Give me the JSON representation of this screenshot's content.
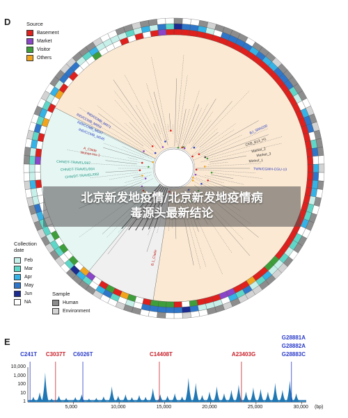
{
  "panel_d": {
    "label": "D",
    "source_legend": {
      "title": "Source",
      "items": [
        {
          "label": "Basement",
          "color": "#e0201c"
        },
        {
          "label": "Market",
          "color": "#8a45c8"
        },
        {
          "label": "Visitor",
          "color": "#3e9f3a"
        },
        {
          "label": "Others",
          "color": "#f2a51c"
        }
      ]
    },
    "collection_legend": {
      "title_line1": "Collection",
      "title_line2": "date",
      "items": [
        {
          "label": "Feb",
          "color": "#c7f0ea"
        },
        {
          "label": "Mar",
          "color": "#5fd7c8"
        },
        {
          "label": "Apr",
          "color": "#35b2e6"
        },
        {
          "label": "May",
          "color": "#2e76c9"
        },
        {
          "label": "Jun",
          "color": "#1b2b8f"
        },
        {
          "label": "NA",
          "color": "#ffffff"
        }
      ]
    },
    "sample_legend": {
      "title": "Sample",
      "items": [
        {
          "label": "Human",
          "color": "#8d8d8d"
        },
        {
          "label": "Environment",
          "color": "#d3d3d3"
        }
      ]
    },
    "tree_labels": [
      {
        "text": "Wuhan-Hu-1",
        "color": "#c0201c"
      },
      {
        "text": "A_Clade",
        "color": "#c0201c"
      },
      {
        "text": "B.1_Clade",
        "color": "#c0201c"
      },
      {
        "text": "CHN/DT-TRAVEL/002",
        "color": "#16907f"
      },
      {
        "text": "CHN/DT-TRAVEL/004",
        "color": "#16907f"
      },
      {
        "text": "CHN/DT-TRAVEL/007",
        "color": "#16907f"
      },
      {
        "text": "IND/CCMB_M045",
        "color": "#2b3fc2"
      },
      {
        "text": "IND/CCMB_M047",
        "color": "#2b3fc2"
      },
      {
        "text": "IND/CCMB_M053",
        "color": "#2b3fc2"
      },
      {
        "text": "IND/CCMB_M071",
        "color": "#2b3fc2"
      },
      {
        "text": "Market_2",
        "color": "#333333"
      },
      {
        "text": "Market_3",
        "color": "#333333"
      },
      {
        "text": "Minhof_1",
        "color": "#333333"
      },
      {
        "text": "TWN/CGMH-CGU-13",
        "color": "#2b3fc2"
      },
      {
        "text": "BJ_SRN200",
        "color": "#2b3fc2"
      },
      {
        "text": "CKB_B13_H1",
        "color": "#333333"
      }
    ]
  },
  "caption": {
    "line1": "北京新发地疫情/北京新发地疫情病",
    "line2": "毒源头最新结论"
  },
  "panel_e": {
    "label": "E",
    "mutations": [
      {
        "name": "C241T",
        "position": 241,
        "color": "#2a3bc9"
      },
      {
        "name": "C3037T",
        "position": 3037,
        "color": "#c8202a"
      },
      {
        "name": "C6026T",
        "position": 6026,
        "color": "#2a3bc9"
      },
      {
        "name": "C14408T",
        "position": 14408,
        "color": "#c8202a"
      },
      {
        "name": "A23403G",
        "position": 23403,
        "color": "#c8202a"
      },
      {
        "name": "G28881A",
        "position": 28881,
        "color": "#2a3bc9"
      },
      {
        "name": "G28882A",
        "position": 28882,
        "color": "#2a3bc9"
      },
      {
        "name": "G28883C",
        "position": 28883,
        "color": "#2a3bc9"
      }
    ],
    "y_ticks": [
      "10,000",
      "1,000",
      "100",
      "10",
      "1"
    ],
    "x_ticks": [
      "5,000",
      "10,000",
      "15,000",
      "20,000",
      "25,000",
      "30,000"
    ],
    "x_tick_values": [
      5000,
      10000,
      15000,
      20000,
      25000,
      30000
    ],
    "x_unit": "(bp)",
    "x_range": [
      0,
      30500
    ],
    "coverage_peaks": [
      {
        "pos": 600,
        "h": 0.15
      },
      {
        "pos": 1300,
        "h": 0.28
      },
      {
        "pos": 1900,
        "h": 0.85
      },
      {
        "pos": 2600,
        "h": 0.1
      },
      {
        "pos": 3400,
        "h": 0.18
      },
      {
        "pos": 4200,
        "h": 0.12
      },
      {
        "pos": 5200,
        "h": 0.14
      },
      {
        "pos": 5900,
        "h": 0.22
      },
      {
        "pos": 6700,
        "h": 0.1
      },
      {
        "pos": 7500,
        "h": 0.12
      },
      {
        "pos": 8300,
        "h": 0.16
      },
      {
        "pos": 9200,
        "h": 0.45
      },
      {
        "pos": 9900,
        "h": 0.18
      },
      {
        "pos": 10700,
        "h": 0.22
      },
      {
        "pos": 11400,
        "h": 0.14
      },
      {
        "pos": 12200,
        "h": 0.2
      },
      {
        "pos": 12900,
        "h": 0.15
      },
      {
        "pos": 13700,
        "h": 0.4
      },
      {
        "pos": 14500,
        "h": 0.22
      },
      {
        "pos": 15300,
        "h": 0.18
      },
      {
        "pos": 16100,
        "h": 0.25
      },
      {
        "pos": 16900,
        "h": 0.16
      },
      {
        "pos": 17600,
        "h": 0.7
      },
      {
        "pos": 18400,
        "h": 0.55
      },
      {
        "pos": 19100,
        "h": 0.2
      },
      {
        "pos": 19900,
        "h": 0.3
      },
      {
        "pos": 20700,
        "h": 0.45
      },
      {
        "pos": 21500,
        "h": 0.25
      },
      {
        "pos": 22300,
        "h": 0.35
      },
      {
        "pos": 23100,
        "h": 0.5
      },
      {
        "pos": 23900,
        "h": 0.3
      },
      {
        "pos": 24700,
        "h": 0.42
      },
      {
        "pos": 25500,
        "h": 0.38
      },
      {
        "pos": 26300,
        "h": 0.3
      },
      {
        "pos": 27100,
        "h": 0.55
      },
      {
        "pos": 27900,
        "h": 0.35
      },
      {
        "pos": 28700,
        "h": 0.62
      },
      {
        "pos": 29400,
        "h": 0.25
      }
    ]
  }
}
